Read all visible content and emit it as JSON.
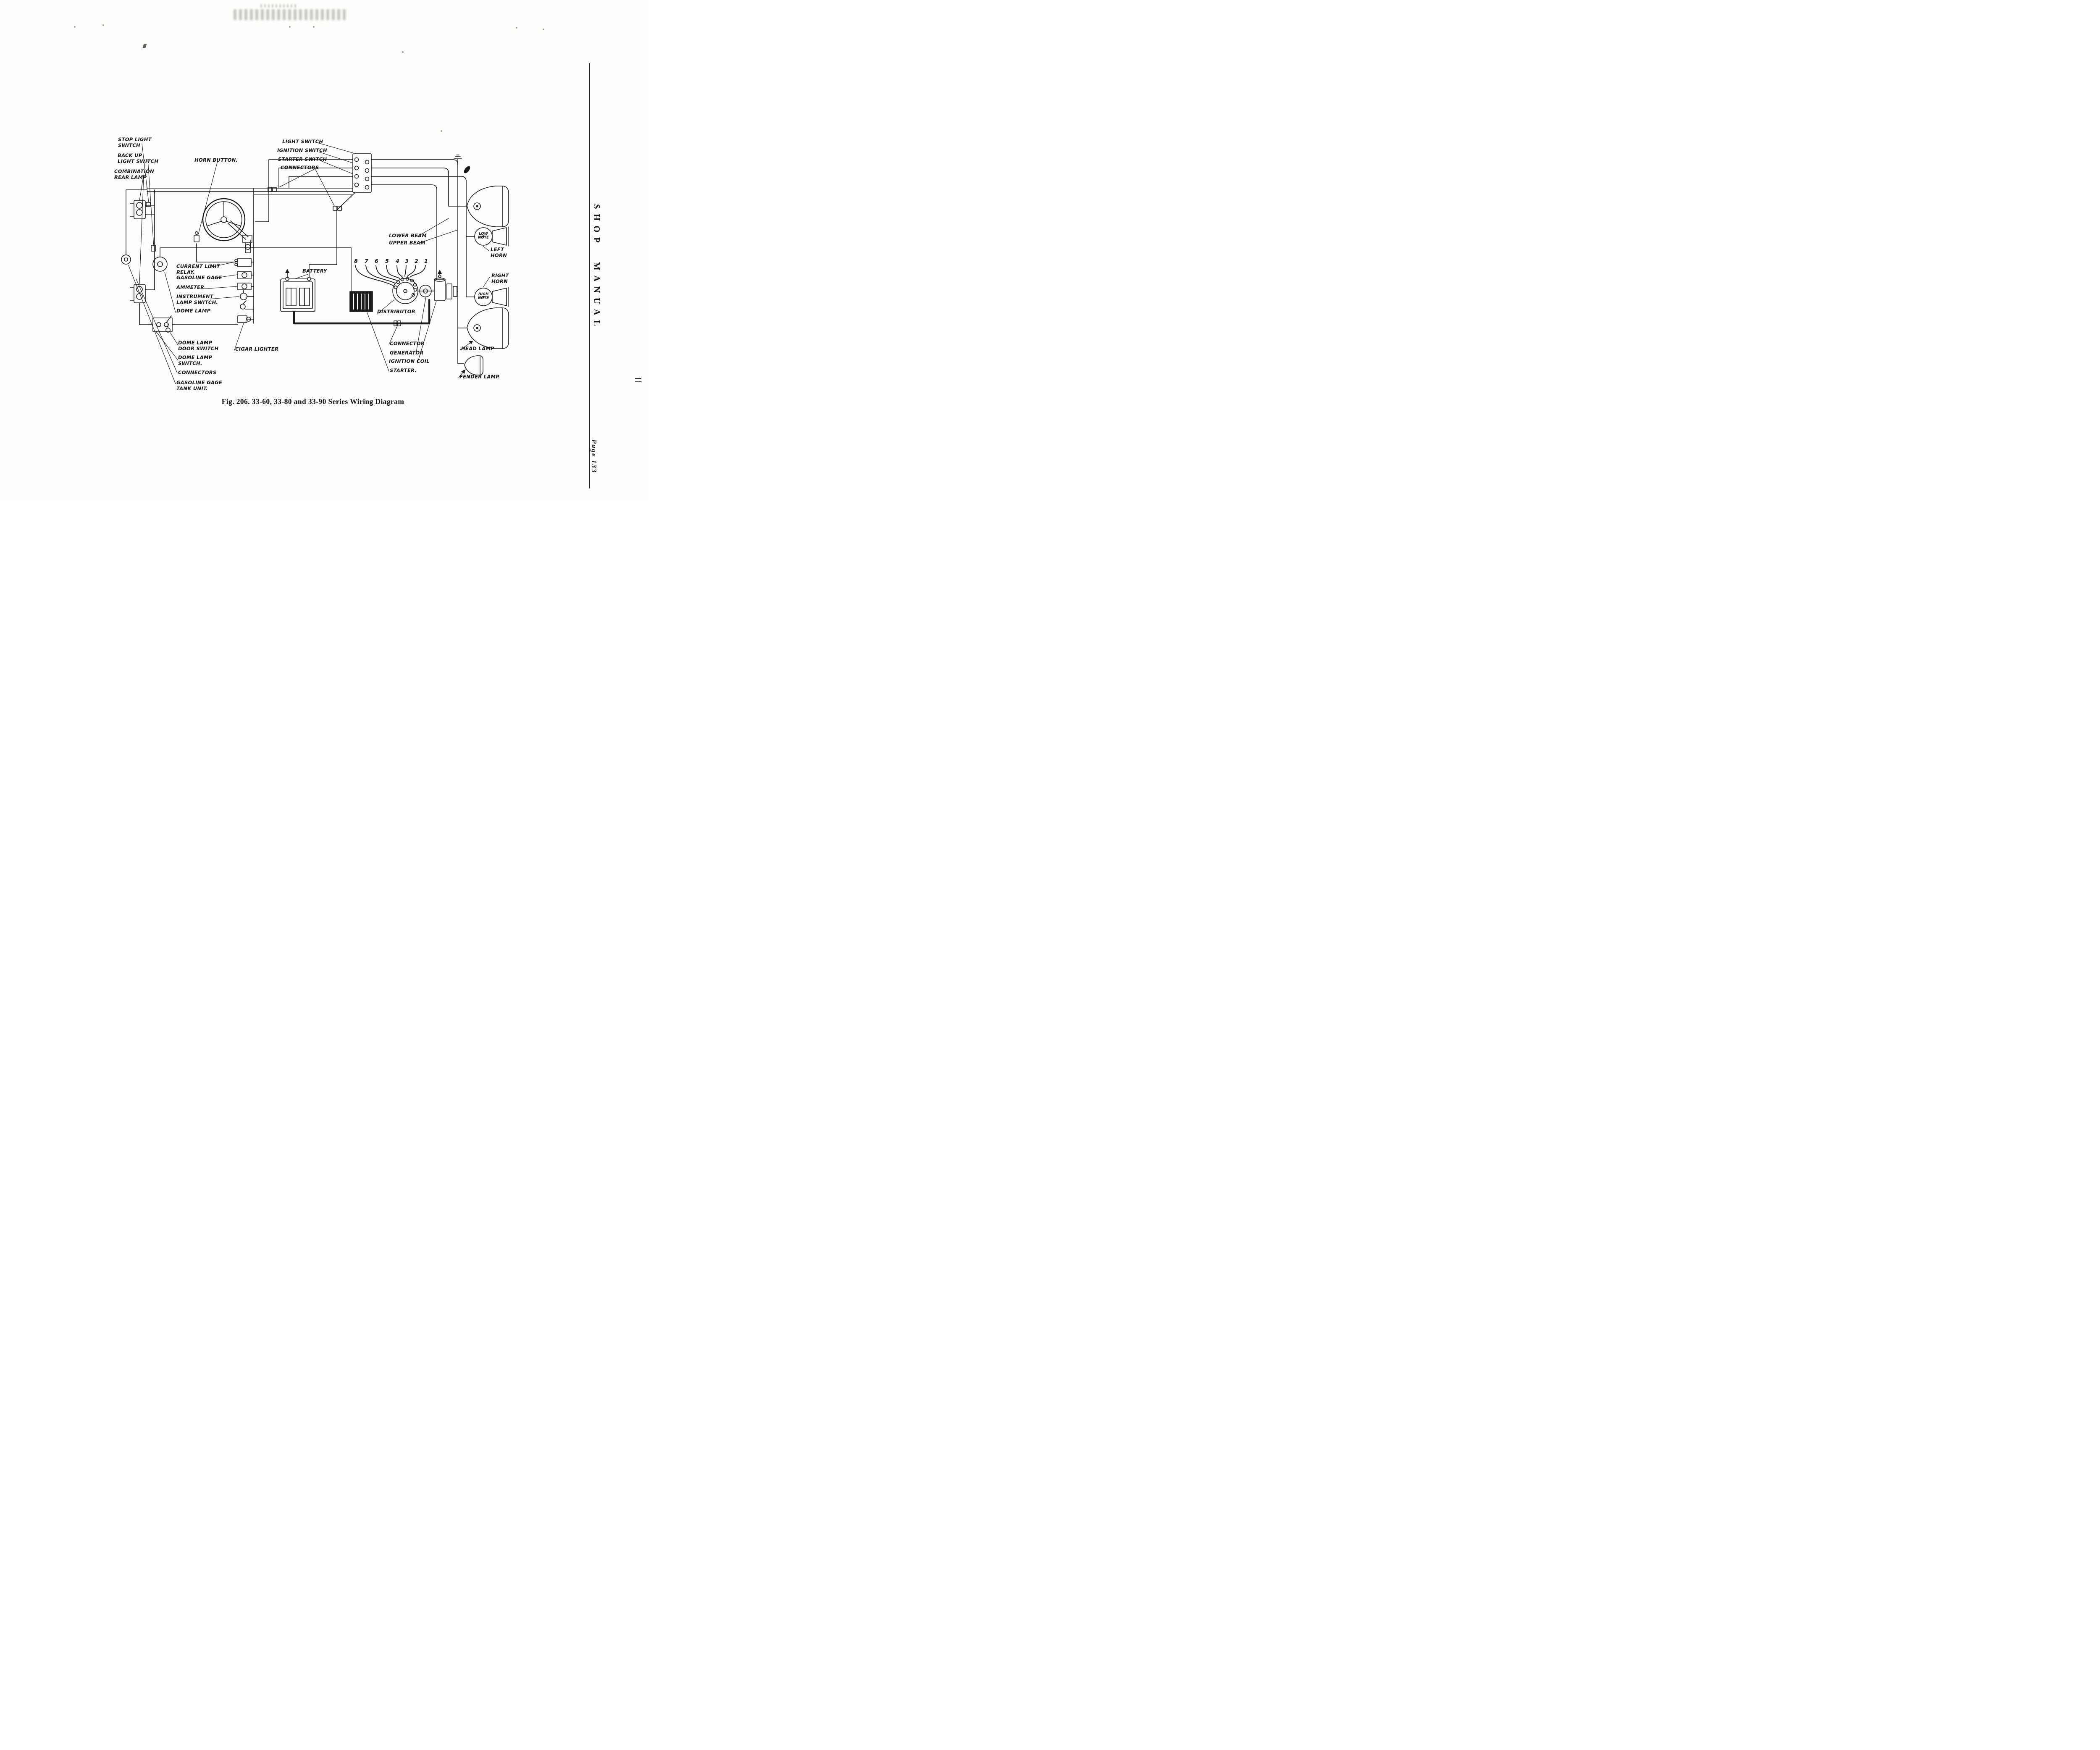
{
  "page": {
    "caption": "Fig. 206.   33-60, 33-80 and 33-90 Series Wiring Diagram",
    "margin_title": "SHOP MANUAL",
    "page_number": "Page 133"
  },
  "labels": {
    "stop_light_switch": "STOP LIGHT\nSWITCH",
    "back_up_light_switch": "BACK UP\nLIGHT SWITCH",
    "combination_rear_lamp": "COMBINATION\nREAR LAMP",
    "horn_button": "HORN BUTTON.",
    "light_switch": "LIGHT SWITCH",
    "ignition_switch": "IGNITION SWITCH",
    "starter_switch": "STARTER SWITCH",
    "connectors_top": "CONNECTORS",
    "lower_beam": "LOWER BEAM",
    "upper_beam": "UPPER BEAM",
    "low_note": "LOW\nNOTE",
    "left_horn": "LEFT\nHORN",
    "right_horn": "RIGHT\nHORN",
    "high_note": "HIGH\nNOTE",
    "current_limit_relay": "CURRENT LIMIT\nRELAY.",
    "gasoline_gage": "GASOLINE GAGE",
    "ammeter": "AMMETER",
    "instrument_lamp_switch": "INSTRUMENT\nLAMP SWITCH.",
    "dome_lamp": "DOME LAMP",
    "battery": "BATTERY",
    "distributor": "DISTRIBUTOR",
    "cylinder_numbers": [
      "8",
      "7",
      "6",
      "5",
      "4",
      "3",
      "2",
      "1"
    ],
    "dome_lamp_door_switch": "DOME LAMP\nDOOR SWITCH",
    "dome_lamp_switch": "DOME LAMP\nSWITCH.",
    "connectors_left": "CONNECTORS",
    "gasoline_gage_tank_unit": "GASOLINE GAGE\nTANK UNIT.",
    "cigar_lighter": "CIGAR LIGHTER",
    "connector": "CONNECTOR",
    "generator": "GENERATOR",
    "ignition_coil": "IGNITION COIL",
    "starter": "STARTER.",
    "head_lamp": "HEAD LAMP",
    "fender_lamp": "FENDER LAMP."
  }
}
